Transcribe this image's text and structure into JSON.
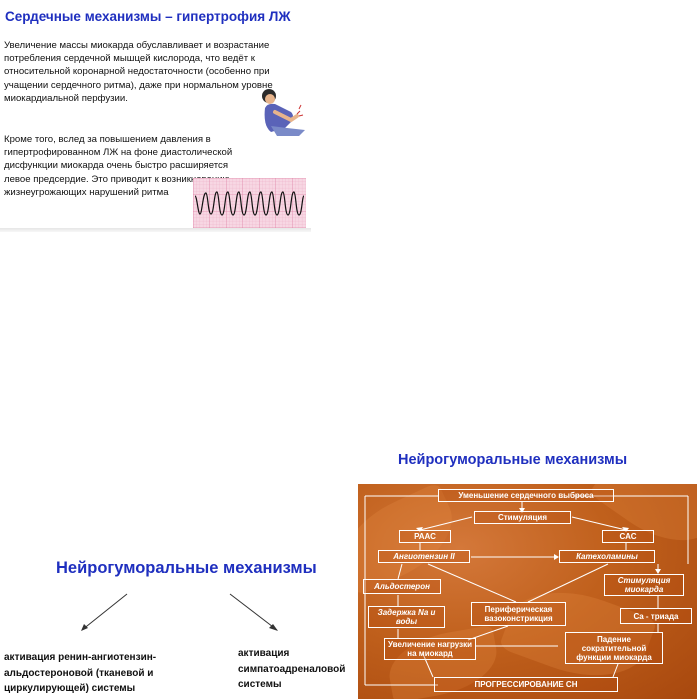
{
  "slide1": {
    "title": "Сердечные механизмы – гипертрофия ЛЖ",
    "paragraph1": "Увеличение массы миокарда обуславливает и возрастание потребления сердечной мышцей  кислорода, что ведёт к относительной коронарной недостаточности (особенно при учащении сердечного ритма), даже при нормальном уровне миокардиальной перфузии.",
    "paragraph2": "Кроме того, вслед за повышением давления в гипертрофированном ЛЖ на фоне диастолической дисфункции миокарда очень быстро расширяется левое предсердие. Это приводит к возникновению жизнеугрожающих нарушений ритма"
  },
  "slide2": {
    "title": "Нейрогуморальные механизмы",
    "diagram": {
      "reduced_output": "Уменьшение сердечного выброса",
      "stimulation": "Стимуляция",
      "raas": "РААС",
      "sas": "САС",
      "angiotensin": "Ангиотензин II",
      "catecholamines": "Катехоламины",
      "aldosterone": "Альдостерон",
      "myocardial_stimulation": "Стимуляция миокарда",
      "na_water_retention": "Задержка Na и воды",
      "peripheral_vasoconstriction": "Периферическая вазоконстрикция",
      "ca_triad": "Ca - триада",
      "increased_load": "Увеличение нагрузки на миокард",
      "decreased_contractility": "Падение сократительной функции миокарда",
      "progression": "ПРОГРЕССИРОВАНИЕ СН"
    },
    "colors": {
      "background": "#c0601c",
      "box_border": "#ffffff"
    }
  },
  "slide3": {
    "title": "Нейрогуморальные механизмы",
    "left_text": "активация ренин-ангиотензин-альдостероновой (тканевой и циркулирующей) системы",
    "right_text": "активация симпатоадреналовой системы"
  },
  "colors": {
    "title_blue": "#1f2fbf"
  }
}
